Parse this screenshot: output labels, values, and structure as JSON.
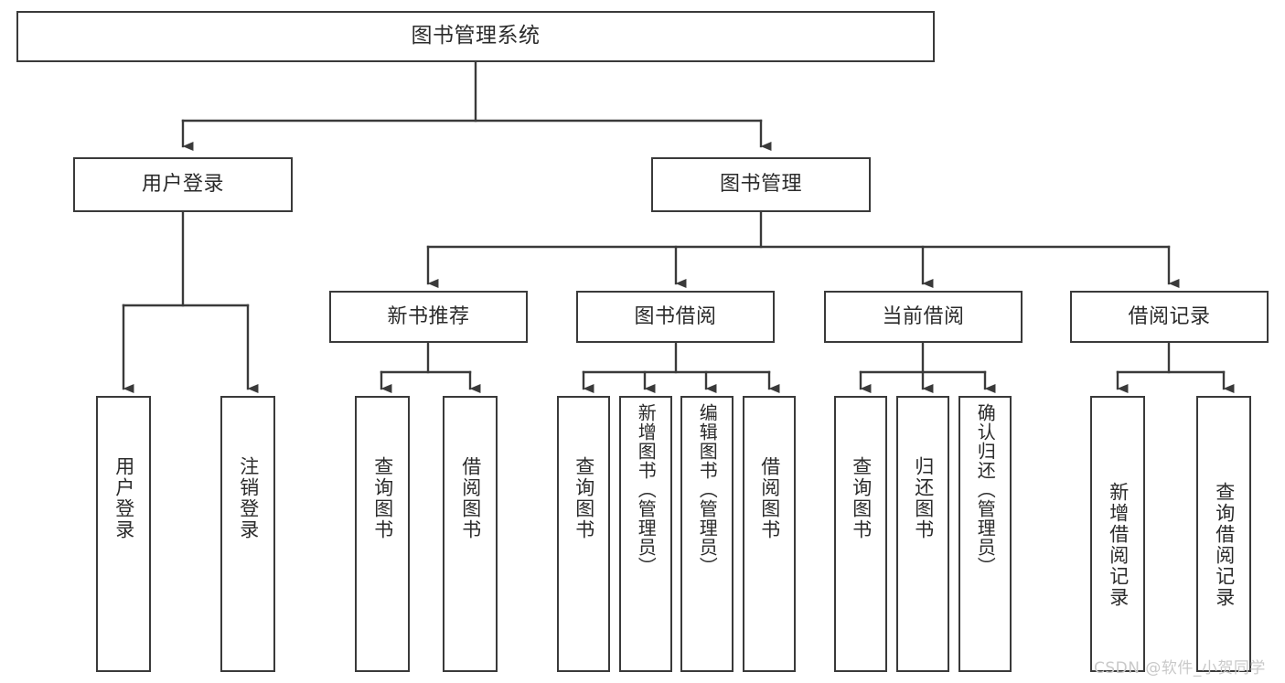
{
  "diagram": {
    "title": "图书管理系统",
    "type": "hierarchy-tree",
    "watermark": "CSDN @软件_小贺同学",
    "colors": {
      "box_border": "#3a3a3a",
      "box_fill": "#ffffff",
      "connector": "#3a3a3a",
      "text": "#2b2b2b",
      "watermark": "#c9c9c9",
      "background": "#ffffff"
    },
    "nodes": {
      "root": {
        "label": "图书管理系统"
      },
      "level2": [
        {
          "id": "user-login",
          "label": "用户登录"
        },
        {
          "id": "book-manage",
          "label": "图书管理"
        }
      ],
      "level3": [
        {
          "id": "new-book-recommend",
          "label": "新书推荐"
        },
        {
          "id": "book-borrow",
          "label": "图书借阅"
        },
        {
          "id": "current-borrow",
          "label": "当前借阅"
        },
        {
          "id": "borrow-record",
          "label": "借阅记录"
        }
      ],
      "leaves": [
        {
          "id": "leaf-user-login",
          "label": "用户登录",
          "parent": "user-login"
        },
        {
          "id": "leaf-logout-login",
          "label": "注销登录",
          "parent": "user-login"
        },
        {
          "id": "leaf-query-book-1",
          "label": "查询图书",
          "parent": "new-book-recommend"
        },
        {
          "id": "leaf-borrow-book-1",
          "label": "借阅图书",
          "parent": "new-book-recommend"
        },
        {
          "id": "leaf-query-book-2",
          "label": "查询图书",
          "parent": "book-borrow"
        },
        {
          "id": "leaf-add-book",
          "label": "新增图书（管理员）",
          "parent": "book-borrow"
        },
        {
          "id": "leaf-edit-book",
          "label": "编辑图书（管理员）",
          "parent": "book-borrow"
        },
        {
          "id": "leaf-borrow-book-2",
          "label": "借阅图书",
          "parent": "book-borrow"
        },
        {
          "id": "leaf-query-book-3",
          "label": "查询图书",
          "parent": "current-borrow"
        },
        {
          "id": "leaf-return-book",
          "label": "归还图书",
          "parent": "current-borrow"
        },
        {
          "id": "leaf-confirm-return",
          "label": "确认归还（管理员）",
          "parent": "current-borrow"
        },
        {
          "id": "leaf-add-record",
          "label": "新增借阅记录",
          "parent": "borrow-record"
        },
        {
          "id": "leaf-query-record",
          "label": "查询借阅记录",
          "parent": "borrow-record"
        }
      ]
    }
  }
}
